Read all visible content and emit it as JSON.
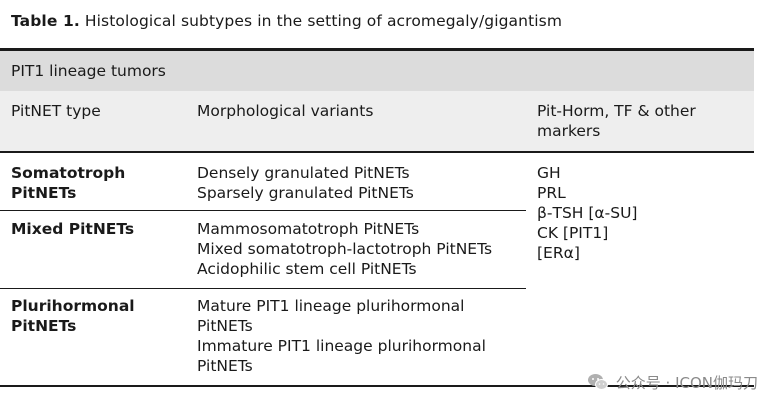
{
  "caption": {
    "label": "Table 1.",
    "text": "Histological subtypes in the setting of acromegaly/gigantism"
  },
  "lineage_header": "PIT1 lineage tumors",
  "columns": {
    "type": "PitNET type",
    "variants": "Morphological variants",
    "markers": [
      "Pit-Horm, TF & other",
      "markers"
    ]
  },
  "rows": [
    {
      "type": [
        "Somatotroph",
        "PitNETs"
      ],
      "variants": [
        "Densely granulated PitNETs",
        "Sparsely granulated PitNETs"
      ]
    },
    {
      "type": [
        "Mixed PitNETs"
      ],
      "variants": [
        "Mammosomatotroph PitNETs",
        "Mixed somatotroph-lactotroph PitNETs",
        "Acidophilic stem cell PitNETs"
      ]
    },
    {
      "type": [
        "Plurihormonal",
        "PitNETs"
      ],
      "variants": [
        "Mature PIT1 lineage plurihormonal",
        "PitNETs",
        "Immature PIT1 lineage plurihormonal",
        "PitNETs"
      ]
    }
  ],
  "markers": [
    "GH",
    "PRL",
    "β-TSH [α-SU]",
    "CK [PIT1]",
    "[ERα]"
  ],
  "watermark": {
    "icon": "wechat-icon",
    "text": "公众号 · ICON伽玛刀"
  },
  "colors": {
    "lineage_band": "#dcdcdc",
    "header_band": "#eeeeee",
    "rule": "#1a1a1a",
    "watermark": "#8a8a8a"
  }
}
